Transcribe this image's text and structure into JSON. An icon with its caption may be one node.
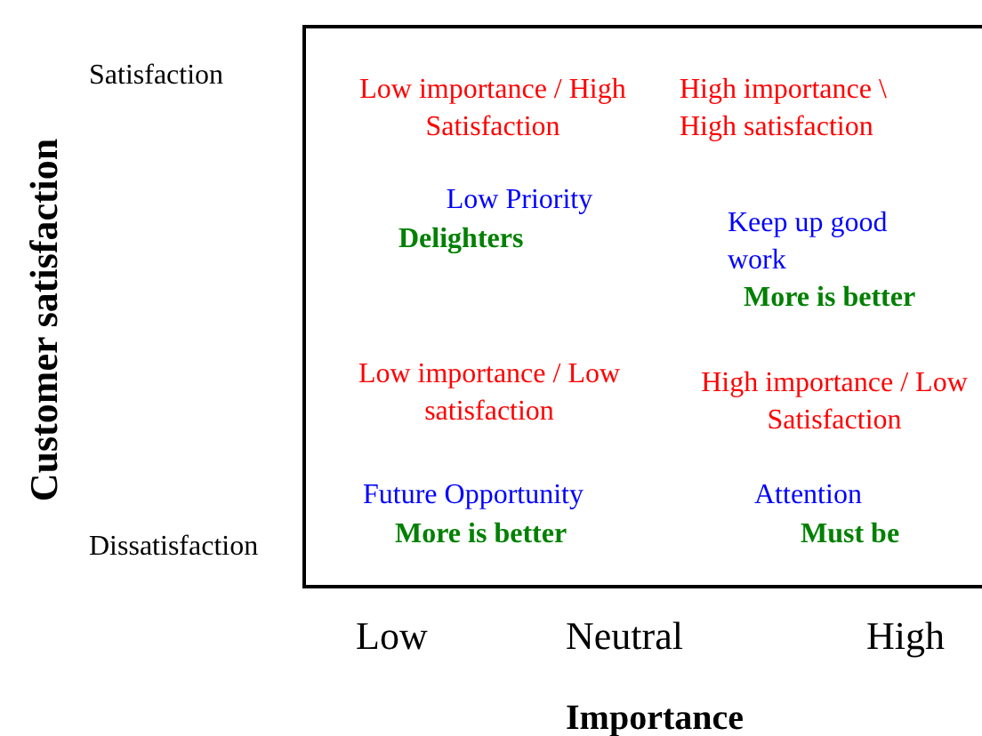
{
  "diagram": {
    "nodes": [
      {
        "text": [
          "Low importance / High Satisfaction",
          "Low Priority",
          "Delighters",
          "High importance \\ High satisfaction",
          "Keep up good work",
          "More is better",
          "Low importance / Low satisfaction",
          "Future Opportunity",
          "More is better",
          "High importance / Low Satisfaction",
          "Attention",
          "Must be"
        ]
      }
    ],
    "edges": [],
    "labels": [
      "Satisfaction",
      "Customer satisfaction",
      "Dissatisfaction",
      "Low",
      "Neutral",
      "High",
      "Importance"
    ]
  }
}
